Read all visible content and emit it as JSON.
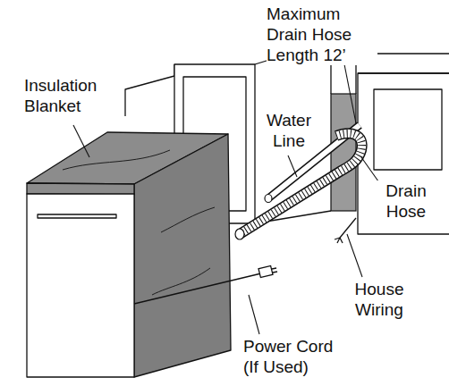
{
  "diagram": {
    "labels": [
      "Maximum Drain Hose Length 12’",
      "Insulation Blanket",
      "Water Line",
      "Drain Hose",
      "House Wiring",
      "Power Cord (If Used)"
    ]
  }
}
